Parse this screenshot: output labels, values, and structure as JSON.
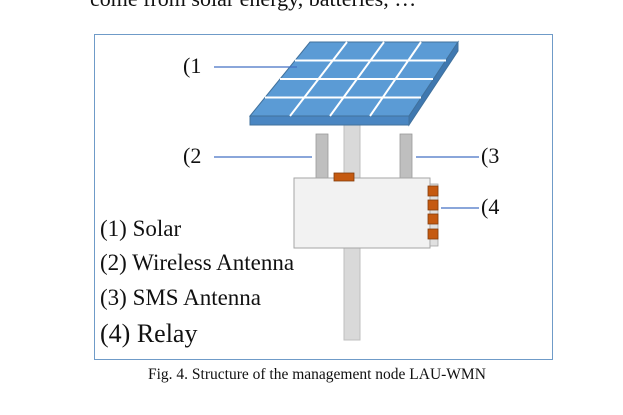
{
  "body_text": "come from solar energy, batteries, …",
  "caption": "Fig. 4. Structure of the management node LAU-WMN",
  "diagram": {
    "callouts": [
      "(1",
      "(2",
      "(3",
      "(4"
    ],
    "legend": [
      "(1) Solar",
      "(2) Wireless Antenna",
      "(3)  SMS Antenna",
      "(4) Relay"
    ],
    "colors": {
      "panel": "#5b9bd5",
      "panel_edge": "#41719c",
      "pole": "#d9d9d9",
      "box": "#f2f2f2",
      "relay": "#c55a11",
      "frame": "#6f9bc8"
    }
  }
}
